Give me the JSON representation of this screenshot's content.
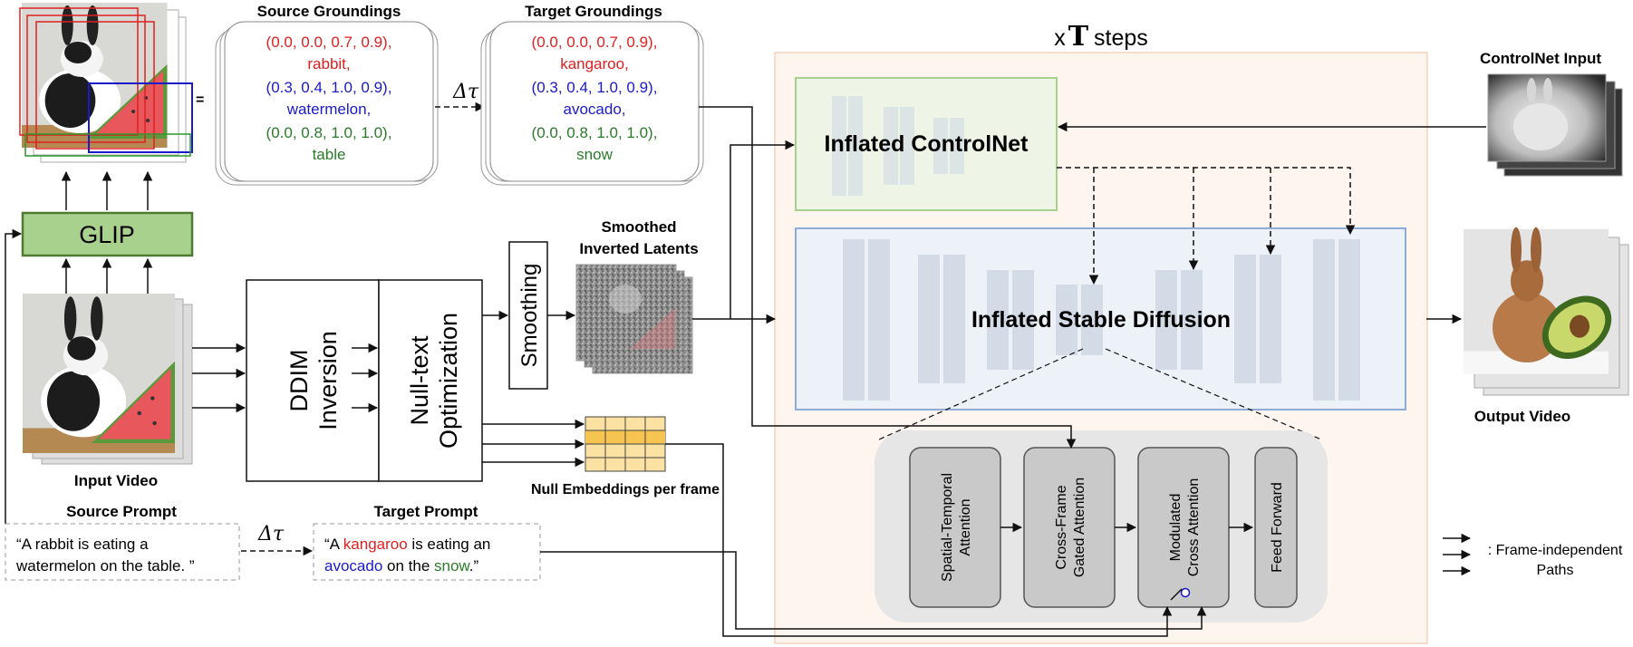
{
  "labels": {
    "source_groundings": "Source Groundings",
    "target_groundings": "Target Groundings",
    "t_steps_prefix": "x",
    "t_steps_symbol": "T",
    "t_steps_suffix": "steps",
    "controlnet_input": "ControlNet Input",
    "inflated_controlnet": "Inflated ControlNet",
    "inflated_stable_diffusion": "Inflated Stable Diffusion",
    "output_video": "Output Video",
    "glip": "GLIP",
    "equals": "=",
    "delta_tau": "Δτ",
    "ddim_line1": "DDIM",
    "ddim_line2": "Inversion",
    "nulltext_line1": "Null-text",
    "nulltext_line2": "Optimization",
    "smoothing": "Smoothing",
    "smoothed_line1": "Smoothed",
    "smoothed_line2": "Inverted Latents",
    "null_embeddings": "Null Embeddings per frame",
    "input_video": "Input Video",
    "source_prompt_title": "Source Prompt",
    "target_prompt_title": "Target Prompt",
    "legend_line1": ": Frame-independent",
    "legend_line2": "Paths"
  },
  "source_groundings": [
    {
      "coords": "(0.0, 0.0, 0.7, 0.9),",
      "label": "rabbit,",
      "color": "#e02020"
    },
    {
      "coords": "(0.3, 0.4, 1.0, 0.9),",
      "label": "watermelon,",
      "color": "#1a1ac8"
    },
    {
      "coords": "(0.0, 0.8, 1.0, 1.0),",
      "label": "table",
      "color": "#2a7a2a"
    }
  ],
  "target_groundings": [
    {
      "coords": "(0.0, 0.0, 0.7, 0.9),",
      "label": "kangaroo,",
      "color": "#e02020"
    },
    {
      "coords": "(0.3, 0.4, 1.0, 0.9),",
      "label": "avocado,",
      "color": "#1a1ac8"
    },
    {
      "coords": "(0.0, 0.8, 1.0, 1.0),",
      "label": "snow",
      "color": "#2a7a2a"
    }
  ],
  "source_prompt": {
    "line1": "“A rabbit is eating a",
    "line2": "watermelon on the table. ”"
  },
  "target_prompt": {
    "l1_a": "“A ",
    "l1_b": "kangaroo",
    "l1_c": " is eating an",
    "l2_a": "avocado",
    "l2_b": " on the ",
    "l2_c": "snow",
    "l2_d": ".”"
  },
  "blocks": [
    {
      "line1": "Spatial-Temporal",
      "line2": "Attention"
    },
    {
      "line1": "Cross-Frame",
      "line2": "Gated Attention"
    },
    {
      "line1": "Modulated",
      "line2": "Cross Attention"
    },
    {
      "line1": "Feed Forward",
      "line2": ""
    }
  ],
  "colors": {
    "red": "#e02020",
    "blue": "#1a1ac8",
    "green": "#2a7a2a",
    "glip_fill": "#a9d18e",
    "controlnet_fill": "#eef5e6",
    "sd_fill": "#edf1f8",
    "steps_fill": "#fdf5ee",
    "null_emb_fill": "#fbe2a2",
    "null_emb_highlight": "#f6c451"
  },
  "icons": [
    "rabbit-image",
    "kangaroo-image",
    "depth-map-image",
    "noise-latent-image"
  ]
}
